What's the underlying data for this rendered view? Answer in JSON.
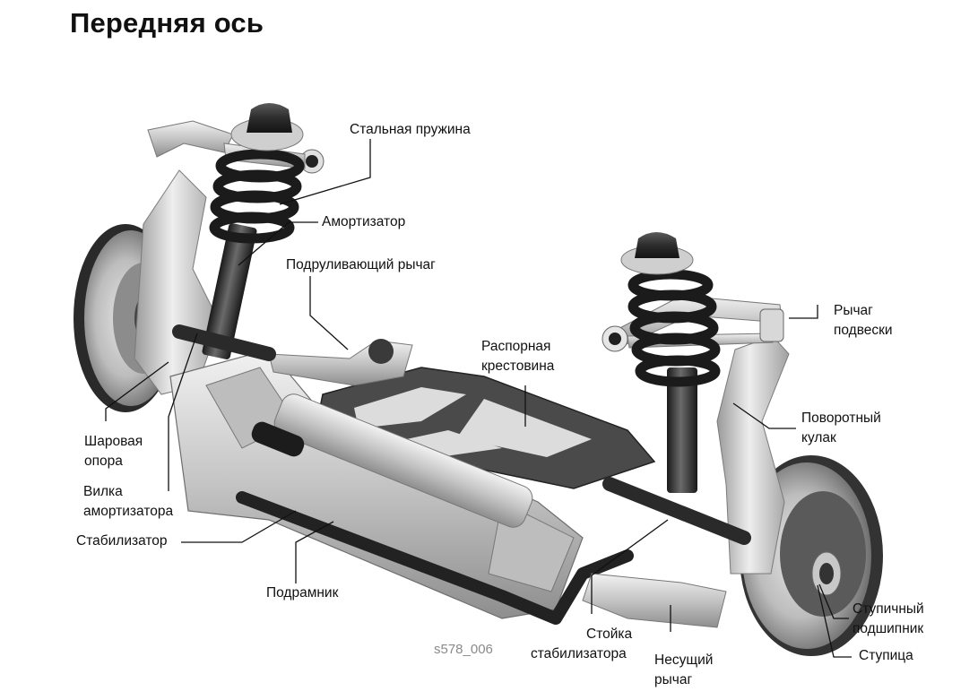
{
  "title": "Передняя ось",
  "figure_code": "s578_006",
  "labels": {
    "spring": [
      "Стальная пружина"
    ],
    "shock": [
      "Амортизатор"
    ],
    "toe_link": [
      "Подруливающий рычаг"
    ],
    "wishbone": [
      "Рычаг",
      "подвески"
    ],
    "cross_brace": [
      "Распорная",
      "крестовина"
    ],
    "knuckle": [
      "Поворотный",
      "кулак"
    ],
    "ball_joint": [
      "Шаровая",
      "опора"
    ],
    "shock_fork": [
      "Вилка",
      "амортизатора"
    ],
    "stabilizer": [
      "Стабилизатор"
    ],
    "subframe": [
      "Подрамник"
    ],
    "stab_link": [
      "Стойка",
      "стабилизатора"
    ],
    "lower_arm": [
      "Несущий",
      "рычаг"
    ],
    "bearing": [
      "Ступичный",
      "подшипник"
    ],
    "hub": [
      "Ступица"
    ]
  },
  "colors": {
    "metal_light": "#d9d9d9",
    "metal_mid": "#a8a8a8",
    "metal_dark": "#3c3c3c",
    "rubber": "#1e1e1e",
    "leader": "#111111"
  }
}
